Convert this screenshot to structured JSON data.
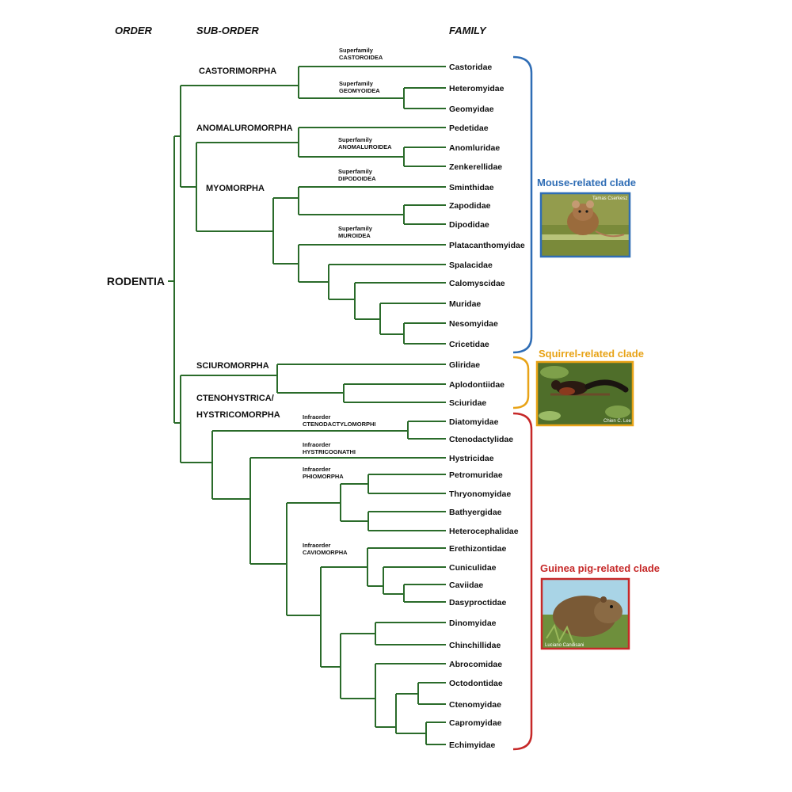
{
  "headers": {
    "order": "ORDER",
    "suborder": "SUB-ORDER",
    "family": "FAMILY"
  },
  "order": {
    "label": "RODENTIA"
  },
  "suborders": {
    "castorimorpha": "CASTORIMORPHA",
    "anomaluromorpha": "ANOMALUROMORPHA",
    "myomorpha": "MYOMORPHA",
    "sciuromorpha": "SCIUROMORPHA",
    "ctenohystrica_line1": "CTENOHYSTRICA/",
    "ctenohystrica_line2": "HYSTRICOMORPHA"
  },
  "group_labels": {
    "castoroidea": {
      "rank": "Superfamily",
      "name": "CASTOROIDEA"
    },
    "geomyoidea": {
      "rank": "Superfamily",
      "name": "GEOMYOIDEA"
    },
    "anomaluroidea": {
      "rank": "Superfamily",
      "name": "ANOMALUROIDEA"
    },
    "dipodoidea": {
      "rank": "Superfamily",
      "name": "DIPODOIDEA"
    },
    "muroidea": {
      "rank": "Superfamily",
      "name": "MUROIDEA"
    },
    "ctenodactylomorphi": {
      "rank": "Infraorder",
      "name": "CTENODACTYLOMORPHI"
    },
    "hystricognathi": {
      "rank": "Infraorder",
      "name": "HYSTRICOGNATHI"
    },
    "phiomorpha": {
      "rank": "Infraorder",
      "name": "PHIOMORPHA"
    },
    "caviomorpha": {
      "rank": "Infraorder",
      "name": "CAVIOMORPHA"
    }
  },
  "families": [
    "Castoridae",
    "Heteromyidae",
    "Geomyidae",
    "Pedetidae",
    "Anomluridae",
    "Zenkerellidae",
    "Sminthidae",
    "Zapodidae",
    "Dipodidae",
    "Platacanthomyidae",
    "Spalacidae",
    "Calomyscidae",
    "Muridae",
    "Nesomyidae",
    "Cricetidae",
    "Gliridae",
    "Aplodontiidae",
    "Sciuridae",
    "Diatomyidae",
    "Ctenodactylidae",
    "Hystricidae",
    "Petromuridae",
    "Thryonomyidae",
    "Bathyergidae",
    "Heterocephalidae",
    "Erethizontidae",
    "Cuniculidae",
    "Caviidae",
    "Dasyproctidae",
    "Dinomyidae",
    "Chinchillidae",
    "Abrocomidae",
    "Octodontidae",
    "Ctenomyidae",
    "Capromyidae",
    "Echimyidae"
  ],
  "clades": {
    "mouse": {
      "title": "Mouse-related clade",
      "color": "#2f6db5",
      "credit": "Tamas Cserkesz"
    },
    "squirrel": {
      "title": "Squirrel-related clade",
      "color": "#e8a317",
      "credit": "Chien C. Lee"
    },
    "guinea_pig": {
      "title": "Guinea pig-related clade",
      "color": "#c62828",
      "credit": "Luciano Candisani"
    }
  },
  "colors": {
    "tree": "#2a6b2a"
  }
}
